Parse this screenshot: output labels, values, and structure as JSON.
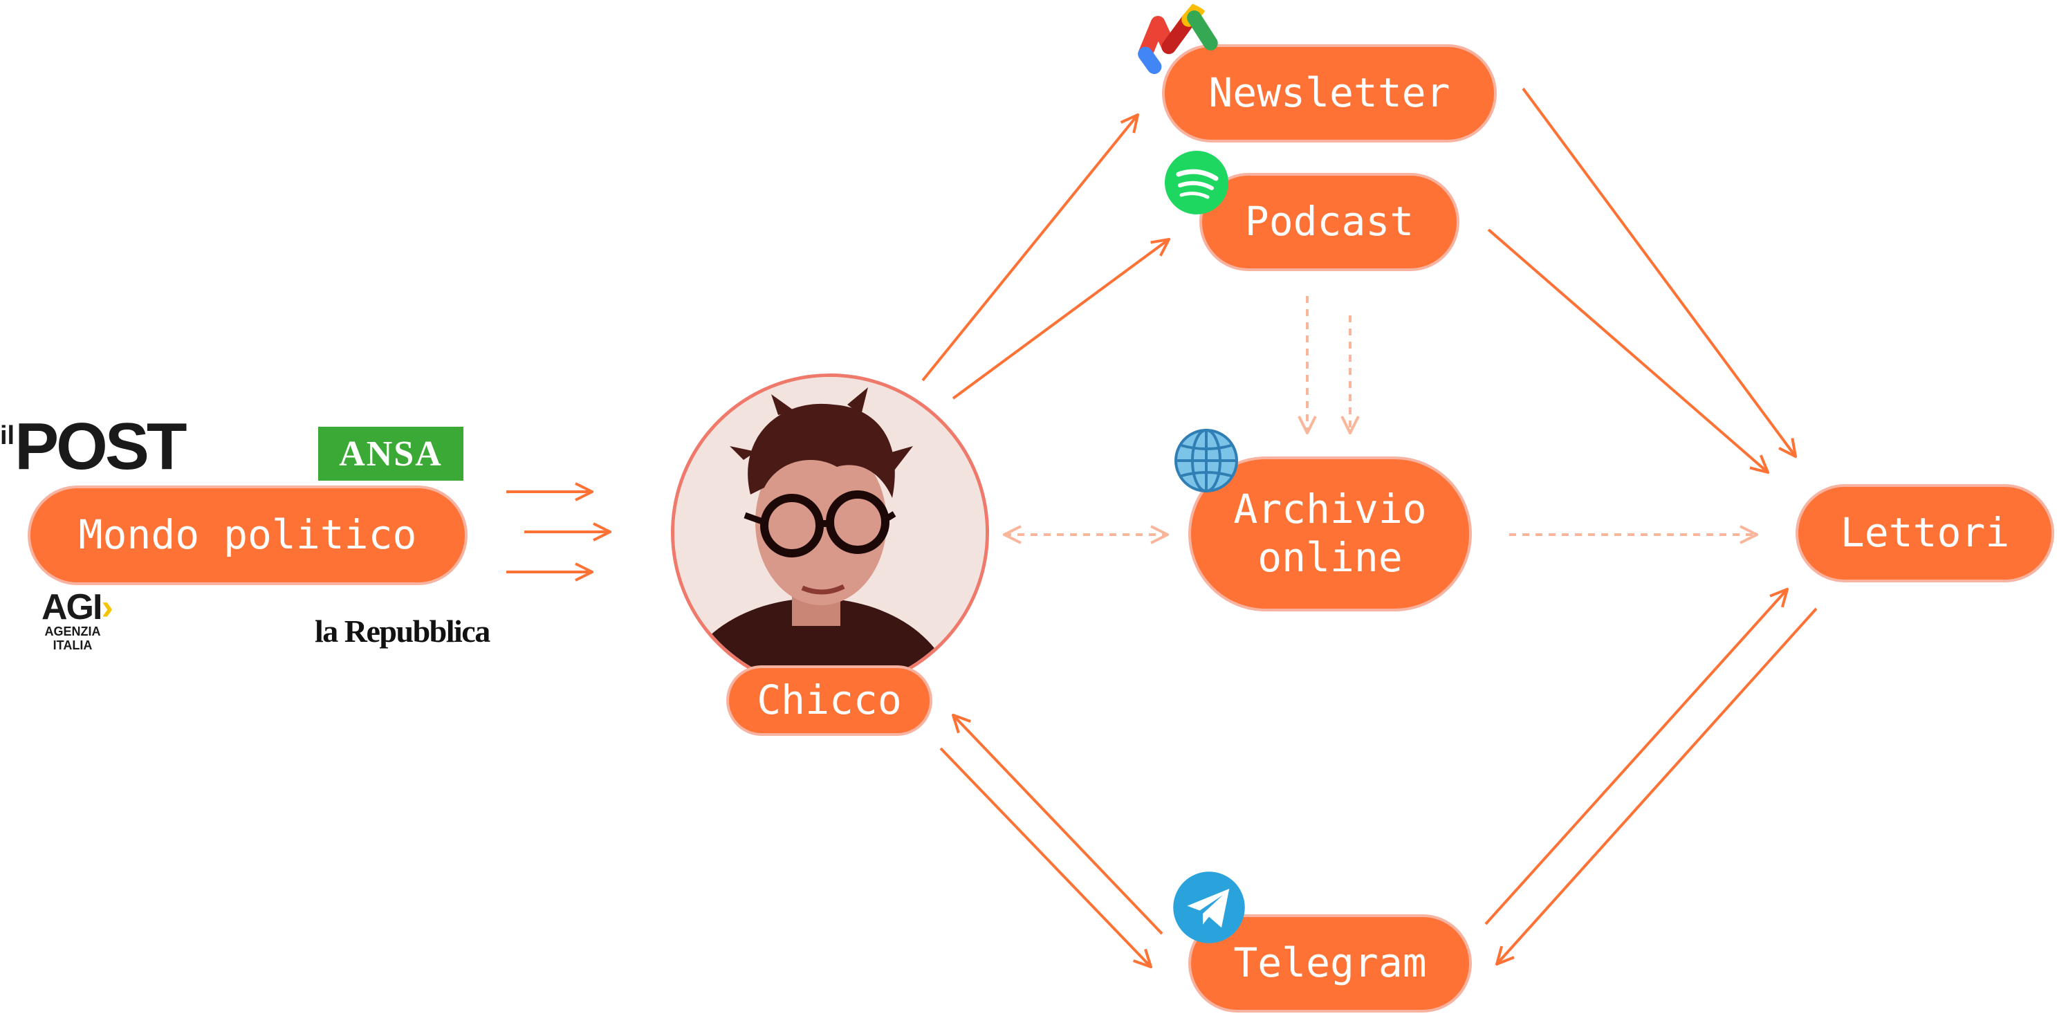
{
  "nodes": {
    "mondo_politico": "Mondo politico",
    "chicco": "Chicco",
    "newsletter": "Newsletter",
    "podcast": "Podcast",
    "archivio": "Archivio\nonline",
    "telegram": "Telegram",
    "lettori": "Lettori"
  },
  "sources": {
    "post": {
      "prefix": "il",
      "main": "POST"
    },
    "ansa": "ANSA",
    "agi": {
      "main": "AGI",
      "chevron": "›",
      "sub": "AGENZIA\nITALIA"
    },
    "repubblica": "la Repubblica"
  },
  "icons": {
    "newsletter": "gmail-icon",
    "podcast": "spotify-icon",
    "archivio": "globe-icon",
    "telegram": "telegram-icon",
    "chicco": "portrait-photo"
  },
  "colors": {
    "accent": "#fe7235",
    "pill_border": "#f7b2a0",
    "dashed_arrow": "#f9b69a",
    "photo_ring": "#ef7a6c"
  },
  "connections": [
    {
      "from": "mondo_politico",
      "to": "chicco",
      "style": "solid",
      "count": 3
    },
    {
      "from": "chicco",
      "to": "newsletter",
      "style": "solid"
    },
    {
      "from": "chicco",
      "to": "podcast",
      "style": "solid"
    },
    {
      "from": "chicco",
      "to": "archivio",
      "style": "dashed",
      "bidirectional": true
    },
    {
      "from": "chicco",
      "to": "telegram",
      "style": "solid",
      "bidirectional": true
    },
    {
      "from": "podcast",
      "to": "archivio",
      "style": "dashed",
      "count": 2
    },
    {
      "from": "archivio",
      "to": "lettori",
      "style": "dashed"
    },
    {
      "from": "newsletter",
      "to": "lettori",
      "style": "solid"
    },
    {
      "from": "podcast",
      "to": "lettori",
      "style": "solid"
    },
    {
      "from": "telegram",
      "to": "lettori",
      "style": "solid",
      "bidirectional": true
    }
  ]
}
